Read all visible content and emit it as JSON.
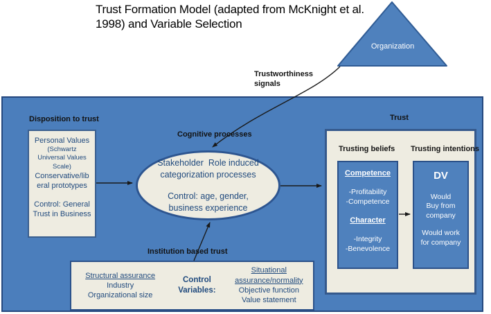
{
  "title": "Trust Formation Model (adapted from McKnight et al. 1998) and Variable Selection",
  "colors": {
    "shape_blue": "#4f81bd",
    "shape_border": "#2b5189",
    "panel_blue": "#4b7ebc",
    "panel_border": "#24477e",
    "cream": "#eeece1",
    "navy_text": "#1f497d"
  },
  "triangle": {
    "label": "Organization"
  },
  "connector_labels": {
    "trustworthiness_signals": "Trustworthiness signals",
    "cognitive_processes": "Cognitive processes",
    "institution_based_trust": "Institution based trust"
  },
  "disposition": {
    "label": "Disposition to trust",
    "box_lines": {
      "l1": "Personal Values",
      "l2": "(Schwartz",
      "l3": "Universal Values",
      "l4": "Scale)",
      "l5": "Conservative/lib",
      "l6": "eral prototypes",
      "l7": "Control: General",
      "l8": "Trust in Business"
    }
  },
  "ellipse": {
    "l1": "Stakeholder  Role induced",
    "l2": "categorization processes",
    "l3": "Control: age, gender,",
    "l4": "business experience"
  },
  "trust": {
    "label": "Trust",
    "beliefs_label": "Trusting beliefs",
    "intentions_label": "Trusting intentions",
    "beliefs_box": {
      "heading1": "Competence",
      "item1a": "-Profitability",
      "item1b": "-Competence",
      "heading2": "Character",
      "item2a": "-Integrity",
      "item2b": "-Benevolence"
    },
    "intentions_box": {
      "heading": "DV",
      "l1": "Would",
      "l2": "Buy from",
      "l3": "company",
      "l4": "Would work",
      "l5": "for company"
    }
  },
  "control_box": {
    "structural_heading": "Structural assurance",
    "structural_item1": "Industry",
    "structural_item2": "Organizational size",
    "label": "Control Variables:",
    "situational_heading1": "Situational",
    "situational_heading2": "assurance/normality",
    "situational_item1": "Objective function",
    "situational_item2": "Value statement"
  }
}
